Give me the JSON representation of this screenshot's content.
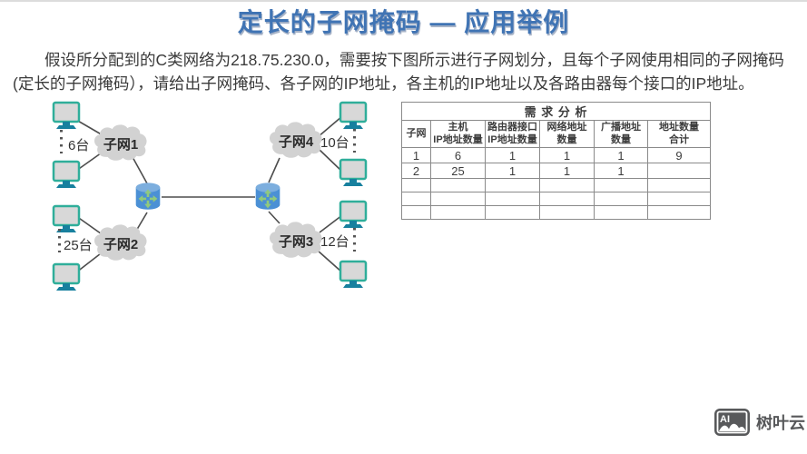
{
  "title": "定长的子网掩码 — 应用举例",
  "intro": {
    "line1": "假设所分配到的C类网络为218.75.230.0，需要按下图所示进行子网划分，且每个子网使用相同的子网掩码",
    "line2": "(定长的子网掩码），请给出子网掩码、各子网的IP地址，各主机的IP地址以及各路由器每个接口的IP地址。"
  },
  "diagram": {
    "subnets": [
      {
        "label": "子网1",
        "count": "6台"
      },
      {
        "label": "子网2",
        "count": "25台"
      },
      {
        "label": "子网3",
        "count": "12台"
      },
      {
        "label": "子网4",
        "count": "10台"
      }
    ]
  },
  "table": {
    "title": "需 求 分 析",
    "headers": [
      "子网",
      "主机\nIP地址数量",
      "路由器接口\nIP地址数量",
      "网络地址\n数量",
      "广播地址\n数量",
      "地址数量\n合计"
    ],
    "rows": [
      [
        "1",
        "6",
        "1",
        "1",
        "1",
        "9"
      ],
      [
        "2",
        "25",
        "1",
        "1",
        "1",
        ""
      ],
      [
        "",
        "",
        "",
        "",
        "",
        ""
      ],
      [
        "",
        "",
        "",
        "",
        "",
        ""
      ],
      [
        "",
        "",
        "",
        "",
        "",
        ""
      ]
    ]
  },
  "logo": {
    "icon_label": "AI",
    "brand": "树叶云"
  },
  "colors": {
    "title_blue": "#4074b4",
    "cloud_gray": "#d2d2d2",
    "router_blue": "#4b90d5",
    "router_top": "#7caede",
    "arrow_green": "#90c97e",
    "monitor_teal": "#2fae9a",
    "stand_teal": "#17809e",
    "line_gray": "#4d4d4d"
  }
}
